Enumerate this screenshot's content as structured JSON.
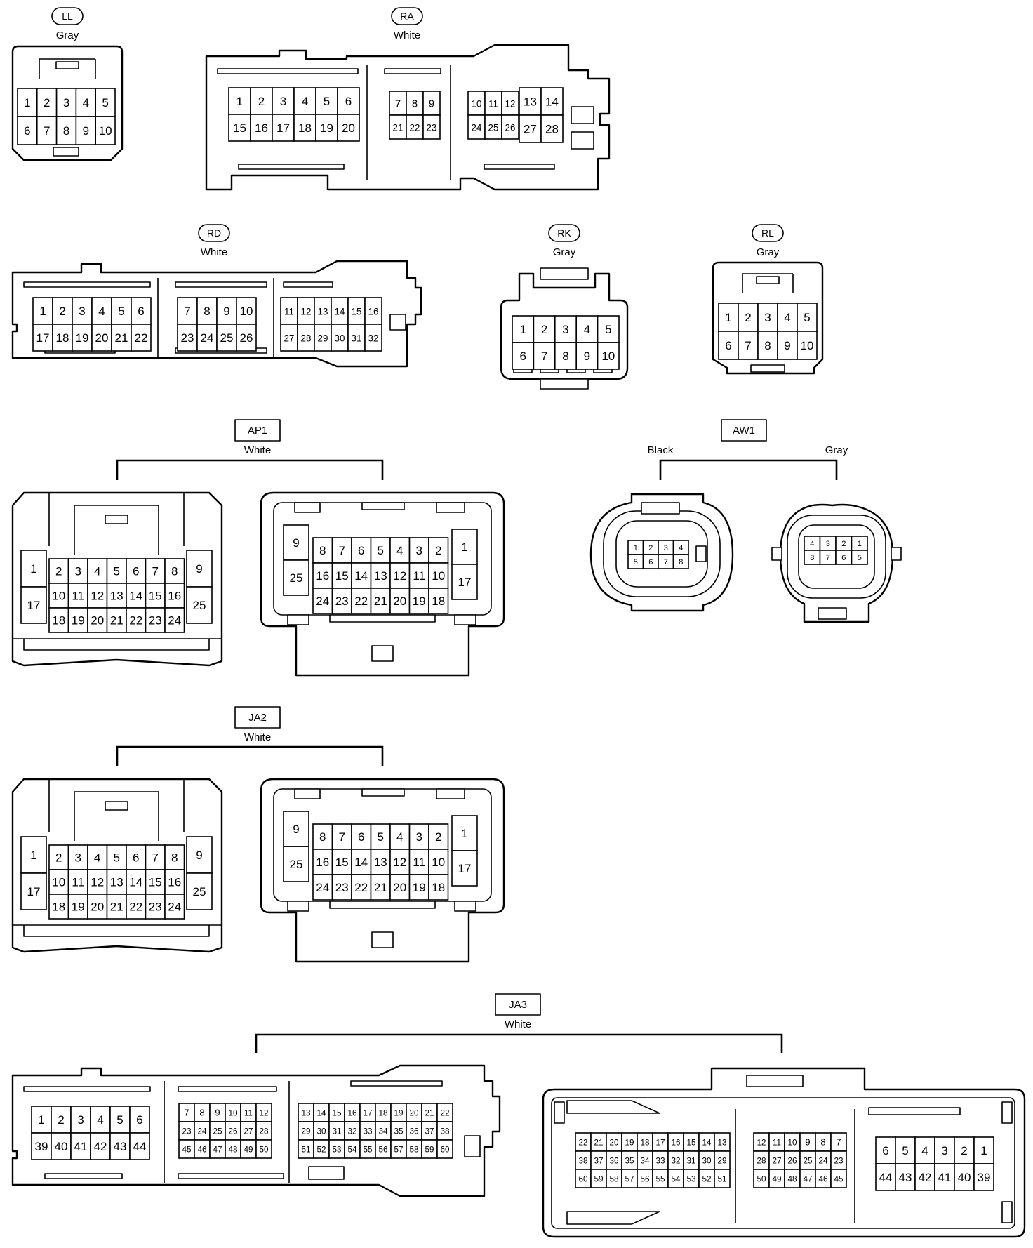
{
  "connectors": [
    {
      "id": "LL",
      "label": "LL",
      "label_style": "pill",
      "color_labels": [
        "Gray"
      ],
      "blocks": [
        {
          "rows": [
            [
              "1",
              "2",
              "3",
              "4",
              "5"
            ],
            [
              "6",
              "7",
              "8",
              "9",
              "10"
            ]
          ]
        }
      ]
    },
    {
      "id": "RA",
      "label": "RA",
      "label_style": "pill",
      "color_labels": [
        "White"
      ],
      "blocks": [
        {
          "rows": [
            [
              "1",
              "2",
              "3",
              "4",
              "5",
              "6"
            ],
            [
              "15",
              "16",
              "17",
              "18",
              "19",
              "20"
            ]
          ]
        },
        {
          "rows": [
            [
              "7",
              "8",
              "9"
            ],
            [
              "21",
              "22",
              "23"
            ]
          ]
        },
        {
          "rows": [
            [
              "10",
              "11",
              "12"
            ],
            [
              "24",
              "25",
              "26"
            ]
          ]
        },
        {
          "rows": [
            [
              "13",
              "14"
            ],
            [
              "27",
              "28"
            ]
          ]
        }
      ]
    },
    {
      "id": "RD",
      "label": "RD",
      "label_style": "pill",
      "color_labels": [
        "White"
      ],
      "blocks": [
        {
          "rows": [
            [
              "1",
              "2",
              "3",
              "4",
              "5",
              "6"
            ],
            [
              "17",
              "18",
              "19",
              "20",
              "21",
              "22"
            ]
          ]
        },
        {
          "rows": [
            [
              "7",
              "8",
              "9",
              "10"
            ],
            [
              "23",
              "24",
              "25",
              "26"
            ]
          ]
        },
        {
          "rows": [
            [
              "11",
              "12",
              "13",
              "14",
              "15",
              "16"
            ],
            [
              "27",
              "28",
              "29",
              "30",
              "31",
              "32"
            ]
          ]
        }
      ]
    },
    {
      "id": "RK",
      "label": "RK",
      "label_style": "pill",
      "color_labels": [
        "Gray"
      ],
      "blocks": [
        {
          "rows": [
            [
              "1",
              "2",
              "3",
              "4",
              "5"
            ],
            [
              "6",
              "7",
              "8",
              "9",
              "10"
            ]
          ]
        }
      ]
    },
    {
      "id": "RL",
      "label": "RL",
      "label_style": "pill",
      "color_labels": [
        "Gray"
      ],
      "blocks": [
        {
          "rows": [
            [
              "1",
              "2",
              "3",
              "4",
              "5"
            ],
            [
              "6",
              "7",
              "8",
              "9",
              "10"
            ]
          ]
        }
      ]
    },
    {
      "id": "AP1",
      "label": "AP1",
      "label_style": "box",
      "color_labels": [
        "White"
      ],
      "blocks": [
        {
          "rows": [
            [
              "1"
            ],
            [
              "17"
            ]
          ]
        },
        {
          "rows": [
            [
              "2",
              "3",
              "4",
              "5",
              "6",
              "7",
              "8"
            ],
            [
              "10",
              "11",
              "12",
              "13",
              "14",
              "15",
              "16"
            ],
            [
              "18",
              "19",
              "20",
              "21",
              "22",
              "23",
              "24"
            ]
          ]
        },
        {
          "rows": [
            [
              "9"
            ],
            [
              "25"
            ]
          ]
        },
        {
          "rows": [
            [
              "9"
            ],
            [
              "25"
            ]
          ]
        },
        {
          "rows": [
            [
              "8",
              "7",
              "6",
              "5",
              "4",
              "3",
              "2"
            ],
            [
              "16",
              "15",
              "14",
              "13",
              "12",
              "11",
              "10"
            ],
            [
              "24",
              "23",
              "22",
              "21",
              "20",
              "19",
              "18"
            ]
          ]
        },
        {
          "rows": [
            [
              "1"
            ],
            [
              "17"
            ]
          ]
        }
      ]
    },
    {
      "id": "AW1",
      "label": "AW1",
      "label_style": "box",
      "color_labels": [
        "Black",
        "Gray"
      ],
      "blocks": [
        {
          "rows": [
            [
              "1",
              "2",
              "3",
              "4"
            ],
            [
              "5",
              "6",
              "7",
              "8"
            ]
          ]
        },
        {
          "rows": [
            [
              "4",
              "3",
              "2",
              "1"
            ],
            [
              "8",
              "7",
              "6",
              "5"
            ]
          ]
        }
      ]
    },
    {
      "id": "JA2",
      "label": "JA2",
      "label_style": "box",
      "color_labels": [
        "White"
      ],
      "blocks": [
        {
          "rows": [
            [
              "1"
            ],
            [
              "17"
            ]
          ]
        },
        {
          "rows": [
            [
              "2",
              "3",
              "4",
              "5",
              "6",
              "7",
              "8"
            ],
            [
              "10",
              "11",
              "12",
              "13",
              "14",
              "15",
              "16"
            ],
            [
              "18",
              "19",
              "20",
              "21",
              "22",
              "23",
              "24"
            ]
          ]
        },
        {
          "rows": [
            [
              "9"
            ],
            [
              "25"
            ]
          ]
        },
        {
          "rows": [
            [
              "9"
            ],
            [
              "25"
            ]
          ]
        },
        {
          "rows": [
            [
              "8",
              "7",
              "6",
              "5",
              "4",
              "3",
              "2"
            ],
            [
              "16",
              "15",
              "14",
              "13",
              "12",
              "11",
              "10"
            ],
            [
              "24",
              "23",
              "22",
              "21",
              "20",
              "19",
              "18"
            ]
          ]
        },
        {
          "rows": [
            [
              "1"
            ],
            [
              "17"
            ]
          ]
        }
      ]
    },
    {
      "id": "JA3",
      "label": "JA3",
      "label_style": "box",
      "color_labels": [
        "White"
      ],
      "blocks": [
        {
          "rows": [
            [
              "1",
              "2",
              "3",
              "4",
              "5",
              "6"
            ],
            [
              "39",
              "40",
              "41",
              "42",
              "43",
              "44"
            ]
          ]
        },
        {
          "rows": [
            [
              "7",
              "8",
              "9",
              "10",
              "11",
              "12"
            ],
            [
              "23",
              "24",
              "25",
              "26",
              "27",
              "28"
            ],
            [
              "45",
              "46",
              "47",
              "48",
              "49",
              "50"
            ]
          ]
        },
        {
          "rows": [
            [
              "13",
              "14",
              "15",
              "16",
              "17",
              "18",
              "19",
              "20",
              "21",
              "22"
            ],
            [
              "29",
              "30",
              "31",
              "32",
              "33",
              "34",
              "35",
              "36",
              "37",
              "38"
            ],
            [
              "51",
              "52",
              "53",
              "54",
              "55",
              "56",
              "57",
              "58",
              "59",
              "60"
            ]
          ]
        },
        {
          "rows": [
            [
              "22",
              "21",
              "20",
              "19",
              "18",
              "17",
              "16",
              "15",
              "14",
              "13"
            ],
            [
              "38",
              "37",
              "36",
              "35",
              "34",
              "33",
              "32",
              "31",
              "30",
              "29"
            ],
            [
              "60",
              "59",
              "58",
              "57",
              "56",
              "55",
              "54",
              "53",
              "52",
              "51"
            ]
          ]
        },
        {
          "rows": [
            [
              "12",
              "11",
              "10",
              "9",
              "8",
              "7"
            ],
            [
              "28",
              "27",
              "26",
              "25",
              "24",
              "23"
            ],
            [
              "50",
              "49",
              "48",
              "47",
              "46",
              "45"
            ]
          ]
        },
        {
          "rows": [
            [
              "6",
              "5",
              "4",
              "3",
              "2",
              "1"
            ],
            [
              "44",
              "43",
              "42",
              "41",
              "40",
              "39"
            ]
          ]
        }
      ]
    }
  ]
}
